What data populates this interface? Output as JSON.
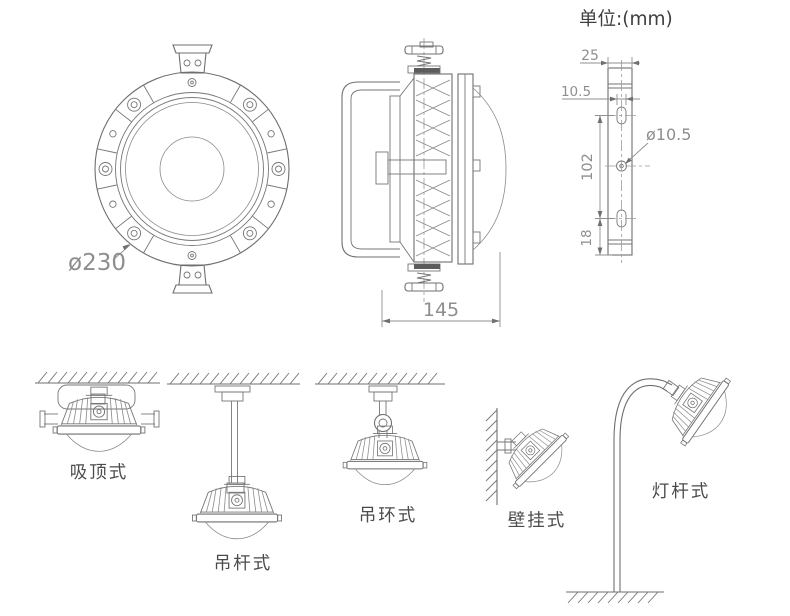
{
  "unit_note": "单位:(mm)",
  "front_view": {
    "diameter": "ø230"
  },
  "side_view": {
    "depth": "145"
  },
  "bracket_view": {
    "width": "25",
    "slot_width": "10.5",
    "hole_spacing": "102",
    "edge_offset": "18",
    "hole_diameter": "ø10.5"
  },
  "mounting": {
    "items": [
      {
        "label": "吸顶式"
      },
      {
        "label": "吊杆式"
      },
      {
        "label": "吊环式"
      },
      {
        "label": "壁挂式"
      },
      {
        "label": "灯杆式"
      }
    ]
  },
  "colors": {
    "line": "#6f6f6f",
    "dim_text": "#8e8e8e",
    "label_text": "#4b4b4b",
    "background": "#ffffff"
  }
}
